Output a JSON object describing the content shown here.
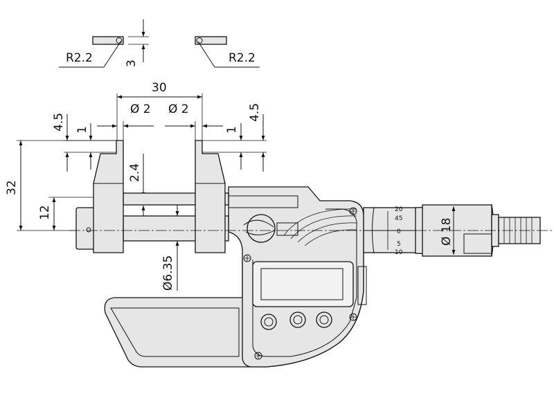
{
  "dimensions": {
    "radius_left": "R2.2",
    "radius_right": "R2.2",
    "tip_thickness": "3",
    "jaw_spacing": "30",
    "tip_dia_left": "Ø 2",
    "tip_dia_right": "Ø 2",
    "tip_height_left": "4.5",
    "tip_height_right": "4.5",
    "tip_step_left": "1",
    "tip_step_right": "1",
    "overall_height": "32",
    "spindle_height": "12",
    "spindle_offset": "2.4",
    "spindle_dia": "Ø6.35",
    "thimble_dia": "Ø 18"
  },
  "scale": {
    "sleeve_marks": [
      "20",
      "45",
      "0",
      "5",
      "10"
    ]
  },
  "colors": {
    "body_fill": "#e6e6e6",
    "line": "#111111",
    "display_fill": "#d9d9d9"
  }
}
